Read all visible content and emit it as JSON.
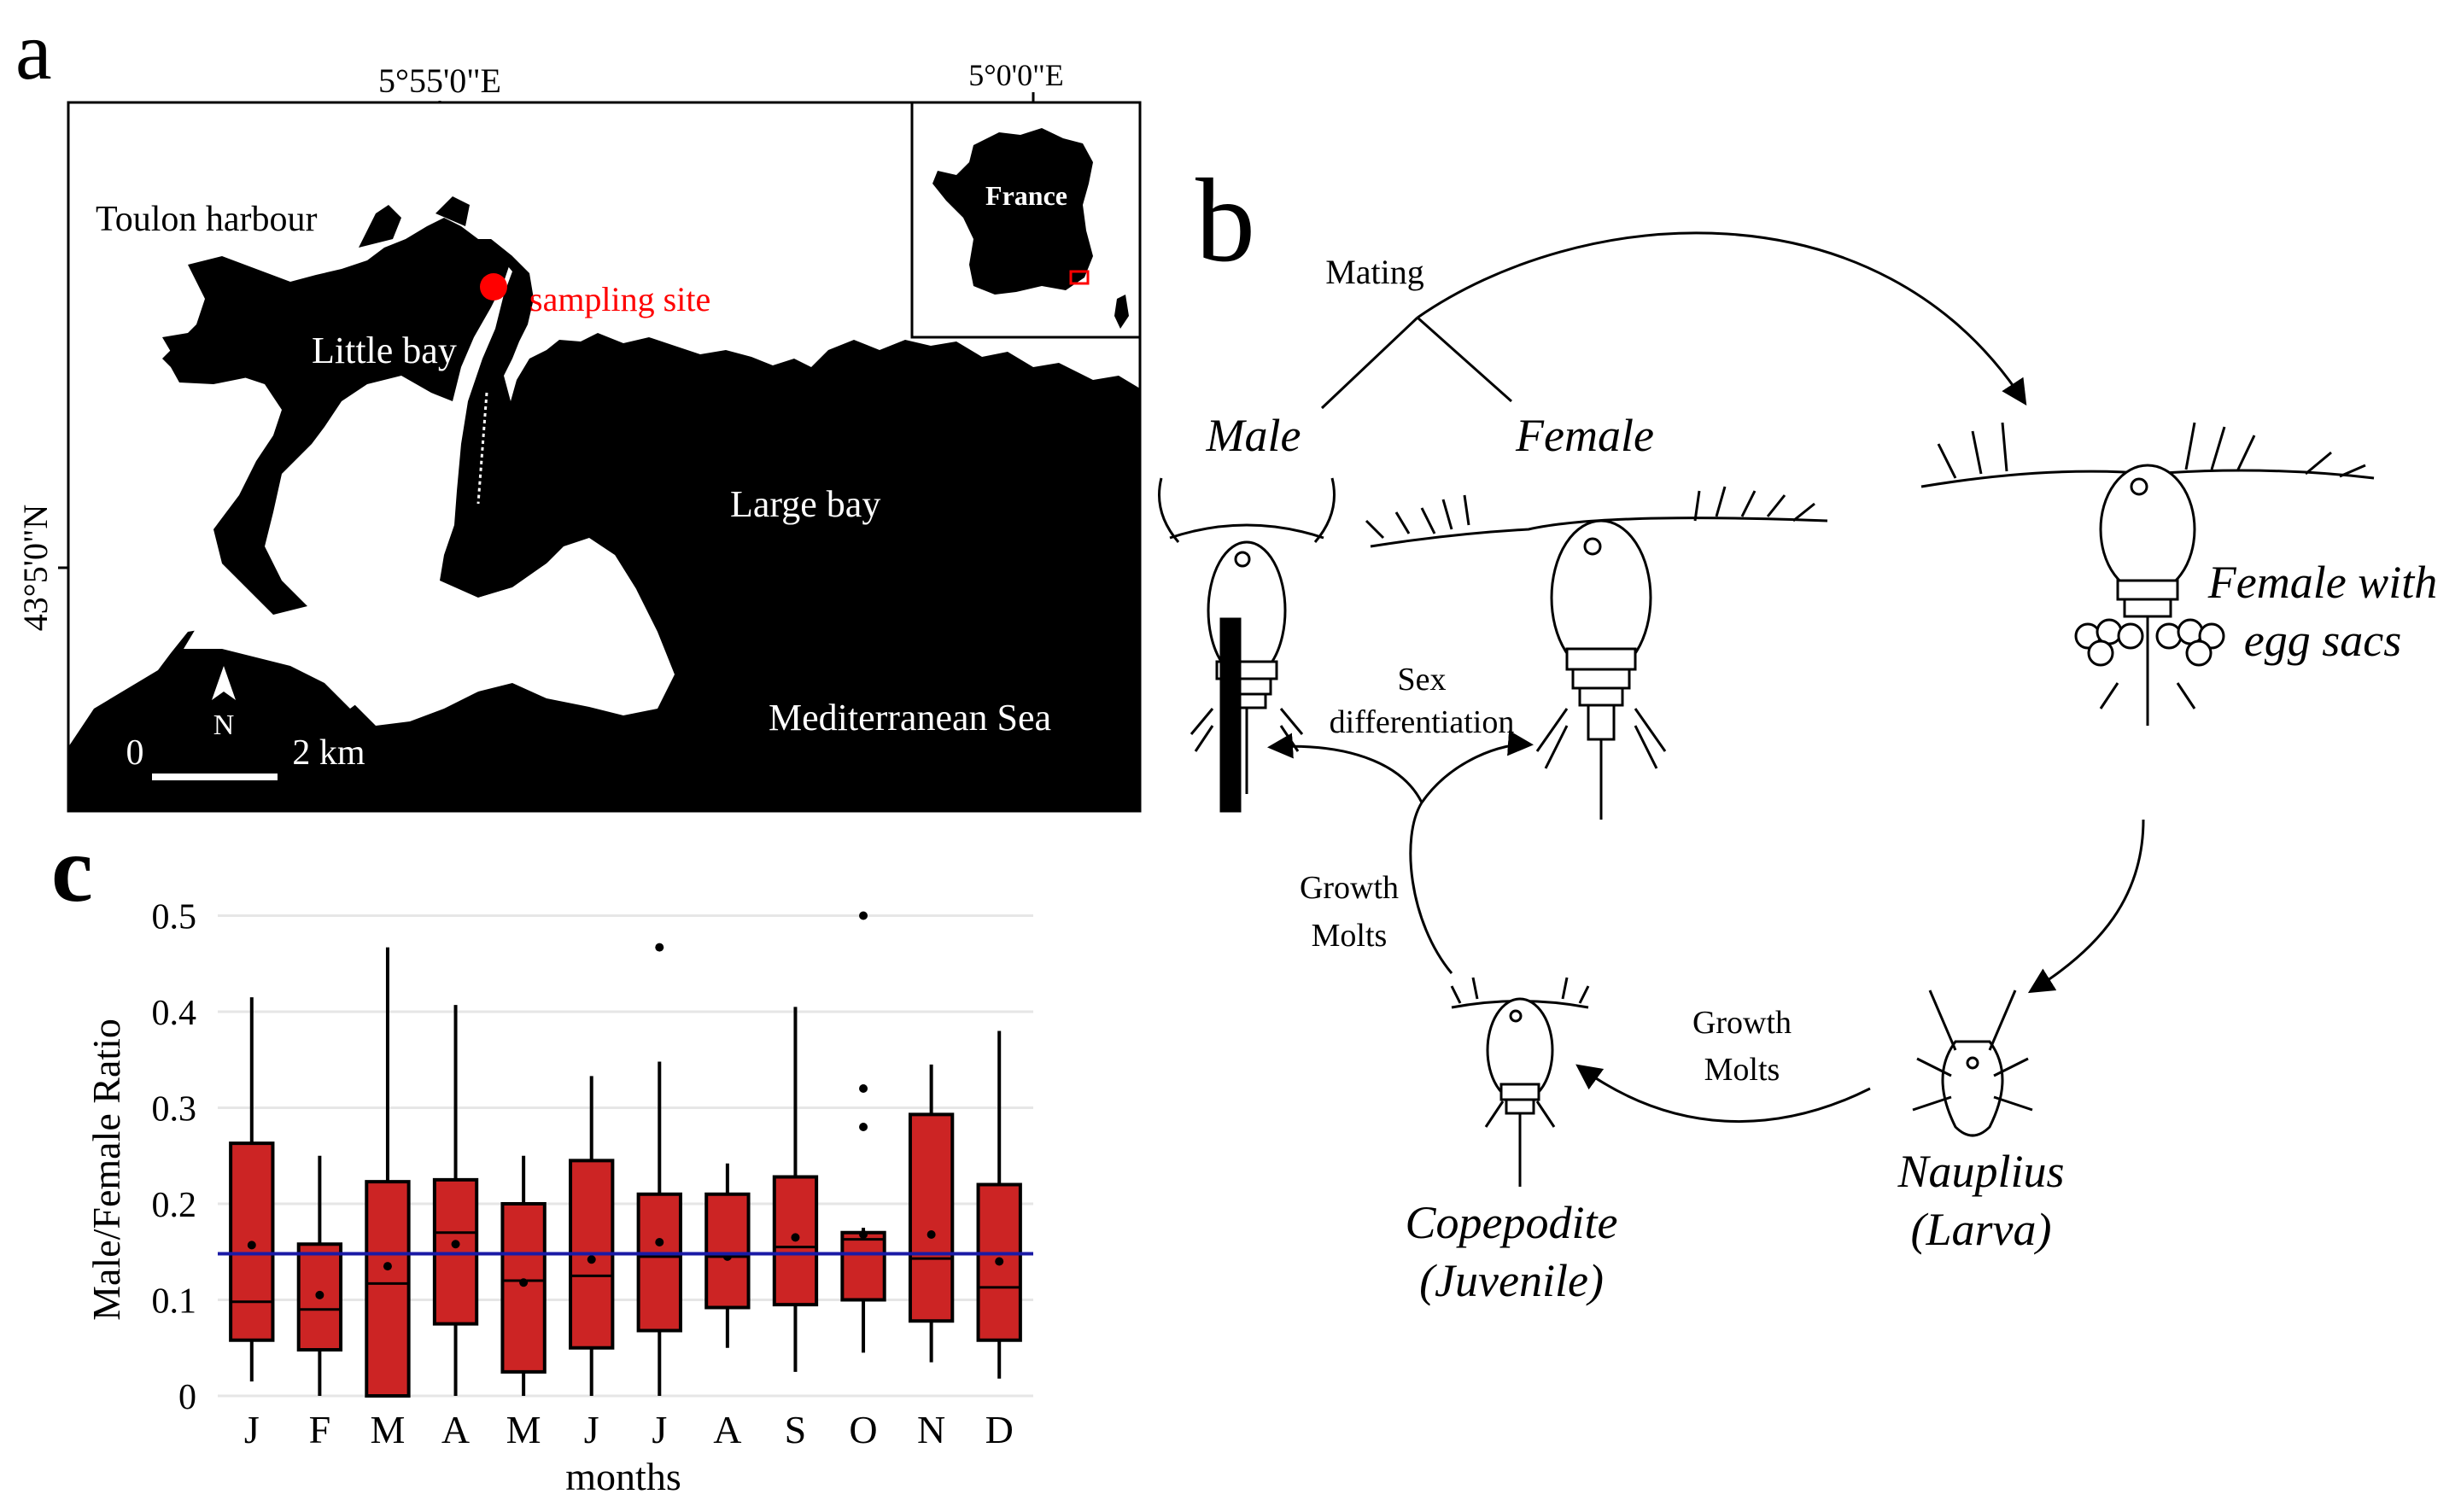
{
  "panels": {
    "a": "a",
    "b": "b",
    "c": "c"
  },
  "map": {
    "lon_label": "5°55'0\"E",
    "lat_label": "43°5'0\"N",
    "place_labels": {
      "toulon_harbour": "Toulon harbour",
      "little_bay": "Little bay",
      "large_bay": "Large bay",
      "mediterranean_sea": "Mediterranean Sea",
      "sampling_site": "sampling site"
    },
    "north_label": "N",
    "scale_zero": "0",
    "scale_end": "2 km",
    "colors": {
      "land": "#000000",
      "sea": "#ffffff",
      "site": "#ff0000"
    },
    "inset": {
      "lon_label": "5°0'0\"E",
      "country": "France"
    }
  },
  "lifecycle": {
    "mating": "Mating",
    "male": "Male",
    "female": "Female",
    "female_egg_line1": "Female with",
    "female_egg_line2": "egg sacs",
    "sex_diff_line1": "Sex",
    "sex_diff_line2": "differentiation",
    "growth1_line1": "Growth",
    "growth1_line2": "Molts",
    "growth2_line1": "Growth",
    "growth2_line2": "Molts",
    "nauplius_line1": "Nauplius",
    "nauplius_line2": "(Larva)",
    "copepodite_line1": "Copepodite",
    "copepodite_line2": "(Juvenile)"
  },
  "chart_data": {
    "type": "boxplot",
    "xlabel": "months",
    "ylabel": "Male/Female Ratio",
    "ylim": [
      0,
      0.52
    ],
    "yticks": [
      "0",
      "0.1",
      "0.2",
      "0.3",
      "0.4",
      "0.5"
    ],
    "categories": [
      "J",
      "F",
      "M",
      "A",
      "M",
      "J",
      "J",
      "A",
      "S",
      "O",
      "N",
      "D"
    ],
    "reference_line": 0.148,
    "colors": {
      "box": "#cc2424",
      "reference": "#1a1aa6",
      "grid": "#e6e6e6"
    },
    "boxes": [
      {
        "min": 0.015,
        "q1": 0.058,
        "median": 0.098,
        "q3": 0.263,
        "max": 0.415,
        "mean": 0.157,
        "outliers": []
      },
      {
        "min": 0.0,
        "q1": 0.048,
        "median": 0.09,
        "q3": 0.158,
        "max": 0.25,
        "mean": 0.105,
        "outliers": []
      },
      {
        "min": 0.0,
        "q1": 0.0,
        "median": 0.117,
        "q3": 0.223,
        "max": 0.467,
        "mean": 0.135,
        "outliers": []
      },
      {
        "min": 0.0,
        "q1": 0.075,
        "median": 0.17,
        "q3": 0.225,
        "max": 0.407,
        "mean": 0.158,
        "outliers": []
      },
      {
        "min": 0.0,
        "q1": 0.025,
        "median": 0.12,
        "q3": 0.2,
        "max": 0.25,
        "mean": 0.118,
        "outliers": []
      },
      {
        "min": 0.0,
        "q1": 0.05,
        "median": 0.125,
        "q3": 0.245,
        "max": 0.333,
        "mean": 0.142,
        "outliers": []
      },
      {
        "min": 0.0,
        "q1": 0.068,
        "median": 0.145,
        "q3": 0.21,
        "max": 0.348,
        "mean": 0.16,
        "outliers": [
          0.467
        ]
      },
      {
        "min": 0.05,
        "q1": 0.092,
        "median": 0.145,
        "q3": 0.21,
        "max": 0.242,
        "mean": 0.145,
        "outliers": []
      },
      {
        "min": 0.025,
        "q1": 0.095,
        "median": 0.155,
        "q3": 0.228,
        "max": 0.405,
        "mean": 0.165,
        "outliers": []
      },
      {
        "min": 0.045,
        "q1": 0.1,
        "median": 0.163,
        "q3": 0.17,
        "max": 0.175,
        "mean": 0.168,
        "outliers": [
          0.28,
          0.32,
          0.5
        ]
      },
      {
        "min": 0.035,
        "q1": 0.078,
        "median": 0.143,
        "q3": 0.293,
        "max": 0.345,
        "mean": 0.168,
        "outliers": []
      },
      {
        "min": 0.018,
        "q1": 0.058,
        "median": 0.113,
        "q3": 0.22,
        "max": 0.38,
        "mean": 0.14,
        "outliers": []
      }
    ]
  }
}
